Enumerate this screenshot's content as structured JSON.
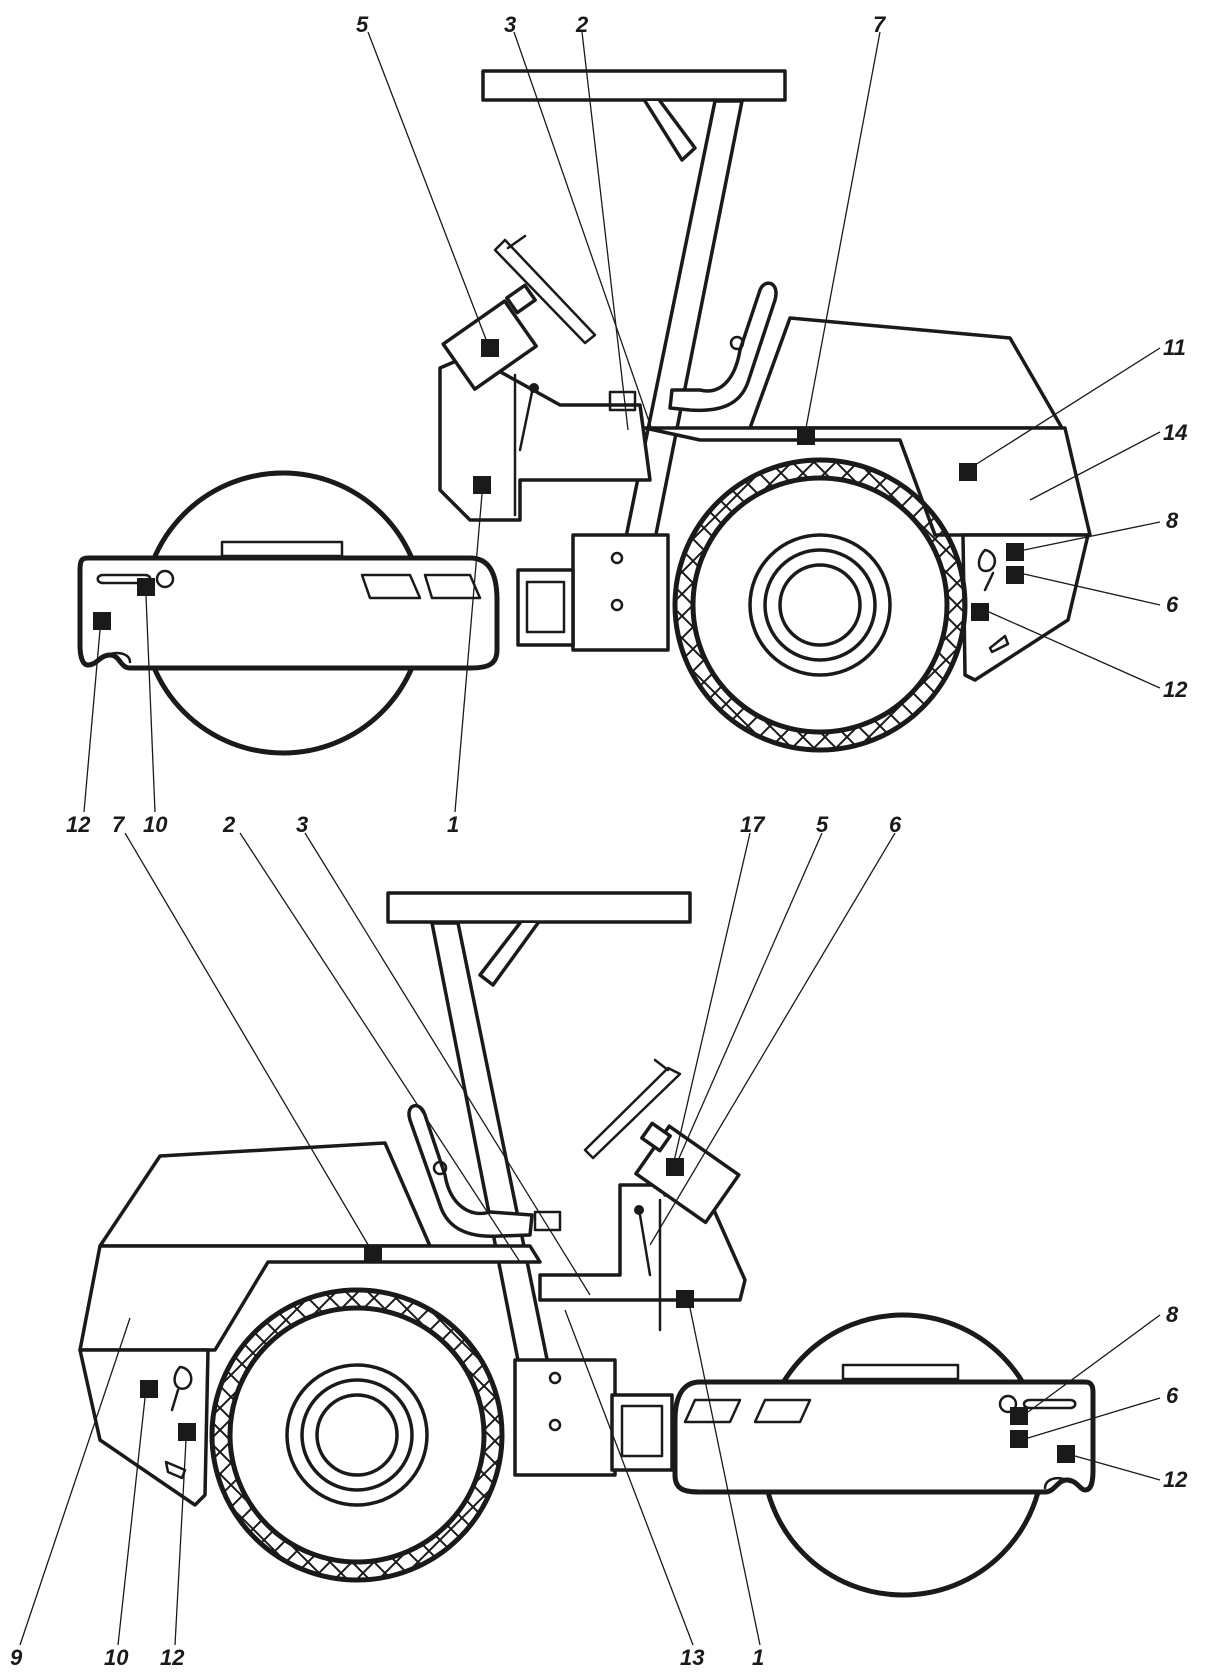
{
  "diagram": {
    "top_view": {
      "labels": {
        "top": [
          "5",
          "3",
          "2",
          "7"
        ],
        "right": [
          "11",
          "14",
          "8",
          "6",
          "12"
        ],
        "bottom": [
          "12",
          "10",
          "1"
        ]
      }
    },
    "bottom_view": {
      "labels": {
        "top": [
          "7",
          "2",
          "3",
          "17",
          "5",
          "6"
        ],
        "right": [
          "8",
          "6",
          "12"
        ],
        "bottom": [
          "9",
          "10",
          "12",
          "13",
          "1"
        ]
      }
    },
    "colors": {
      "ink": "#1a1a1a",
      "background": "#ffffff"
    }
  }
}
